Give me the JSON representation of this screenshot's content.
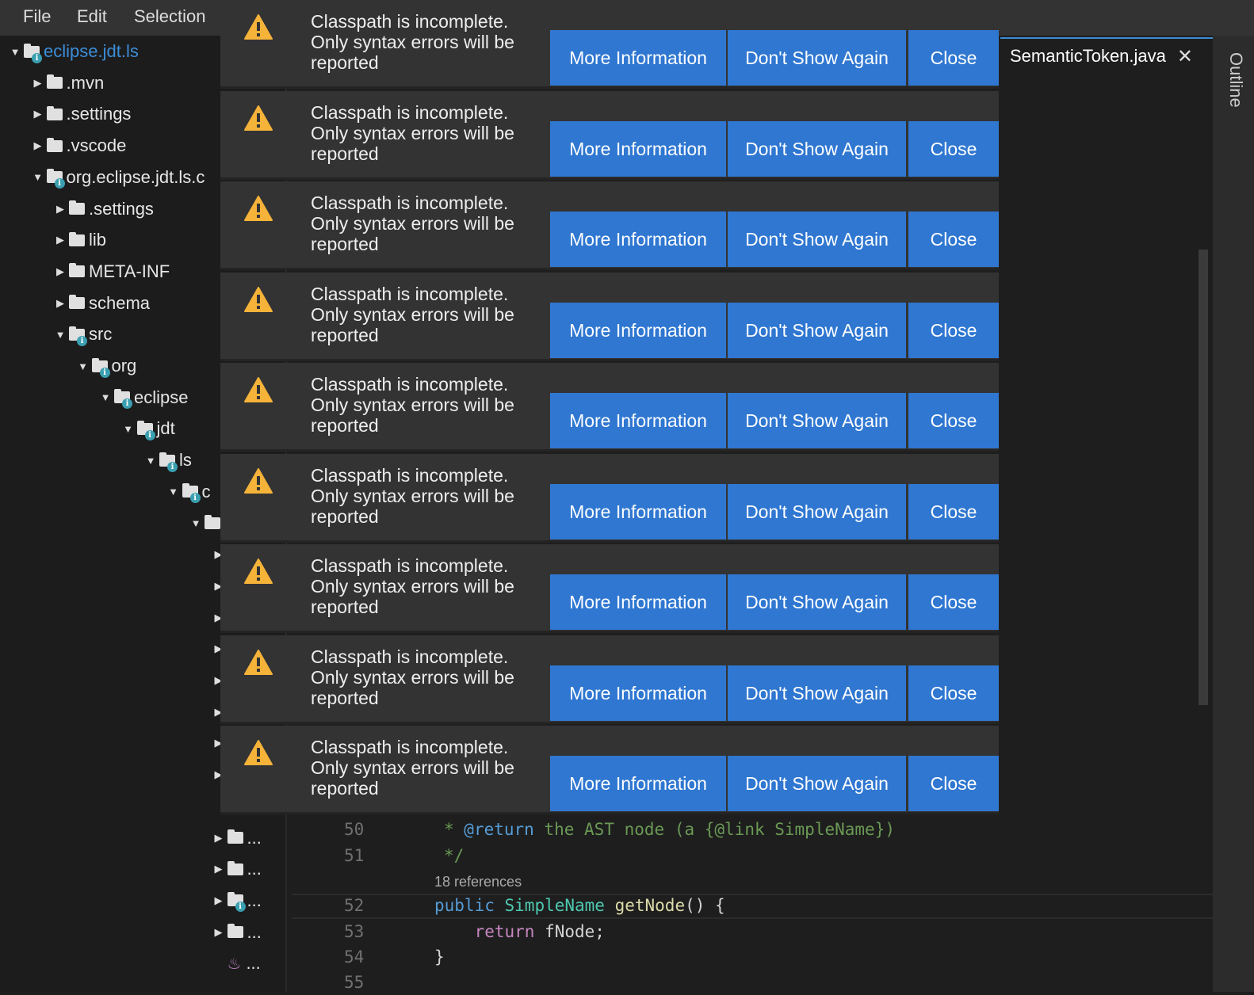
{
  "menu": [
    "File",
    "Edit",
    "Selection"
  ],
  "tree": [
    {
      "label": "eclipse.jdt.ls",
      "depth": 0,
      "expanded": true,
      "info": true,
      "active": true
    },
    {
      "label": ".mvn",
      "depth": 1,
      "expanded": false
    },
    {
      "label": ".settings",
      "depth": 1,
      "expanded": false
    },
    {
      "label": ".vscode",
      "depth": 1,
      "expanded": false
    },
    {
      "label": "org.eclipse.jdt.ls.c",
      "depth": 1,
      "expanded": true,
      "info": true
    },
    {
      "label": ".settings",
      "depth": 2,
      "expanded": false
    },
    {
      "label": "lib",
      "depth": 2,
      "expanded": false
    },
    {
      "label": "META-INF",
      "depth": 2,
      "expanded": false
    },
    {
      "label": "schema",
      "depth": 2,
      "expanded": false
    },
    {
      "label": "src",
      "depth": 2,
      "expanded": true,
      "info": true
    },
    {
      "label": "org",
      "depth": 3,
      "expanded": true,
      "info": true
    },
    {
      "label": "eclipse",
      "depth": 4,
      "expanded": true,
      "info": true
    },
    {
      "label": "jdt",
      "depth": 5,
      "expanded": true,
      "info": true
    },
    {
      "label": "ls",
      "depth": 6,
      "expanded": true,
      "info": true
    },
    {
      "label": "c",
      "depth": 7,
      "expanded": true,
      "info": true
    },
    {
      "label": "",
      "depth": 8,
      "expanded": true
    },
    {
      "label": "",
      "depth": 9,
      "expanded": false
    },
    {
      "label": "",
      "depth": 9,
      "expanded": false
    },
    {
      "label": "",
      "depth": 9,
      "expanded": false
    },
    {
      "label": "",
      "depth": 9,
      "expanded": false
    },
    {
      "label": "",
      "depth": 9,
      "expanded": false
    },
    {
      "label": "",
      "depth": 9,
      "expanded": false
    },
    {
      "label": "",
      "depth": 9,
      "expanded": false
    },
    {
      "label": "",
      "depth": 9,
      "expanded": false
    },
    {
      "label": "...",
      "depth": 9,
      "expanded": false
    },
    {
      "label": "...",
      "depth": 9,
      "expanded": false
    },
    {
      "label": "...",
      "depth": 9,
      "expanded": false,
      "info": true
    },
    {
      "label": "...",
      "depth": 9,
      "expanded": false
    },
    {
      "label": "...",
      "depth": 9,
      "file": "java"
    }
  ],
  "editor": {
    "tab_title": "SemanticToken.java",
    "codelens": "18 references",
    "lines": [
      {
        "n": "50",
        "parts": [
          [
            "* ",
            "#6a9955"
          ],
          [
            "@return",
            "#569cd6"
          ],
          [
            " the AST node (a {@link SimpleName})",
            "#6a9955"
          ]
        ]
      },
      {
        "n": "51",
        "parts": [
          [
            "*/",
            "#6a9955"
          ]
        ]
      },
      {
        "n": "52",
        "parts": [
          [
            "public ",
            "#569cd6"
          ],
          [
            "SimpleName ",
            "#4ec9b0"
          ],
          [
            "getNode",
            "#dcdcaa"
          ],
          [
            "() {",
            "#d4d4d4"
          ]
        ]
      },
      {
        "n": "53",
        "parts": [
          [
            "    return ",
            "#c586c0"
          ],
          [
            "fNode;",
            "#d4d4d4"
          ]
        ]
      },
      {
        "n": "54",
        "parts": [
          [
            "}",
            "#d4d4d4"
          ]
        ]
      },
      {
        "n": "55",
        "parts": []
      }
    ]
  },
  "outline_label": "Outline",
  "notification": {
    "message": "Classpath is incomplete. Only syntax errors will be reported",
    "icon": "warning-icon",
    "buttons": [
      "More Information",
      "Don't Show Again",
      "Close"
    ],
    "count": 9
  },
  "colors": {
    "button": "#2f77d1",
    "warning": "#f5b33a",
    "accent": "#3c8dd8"
  }
}
